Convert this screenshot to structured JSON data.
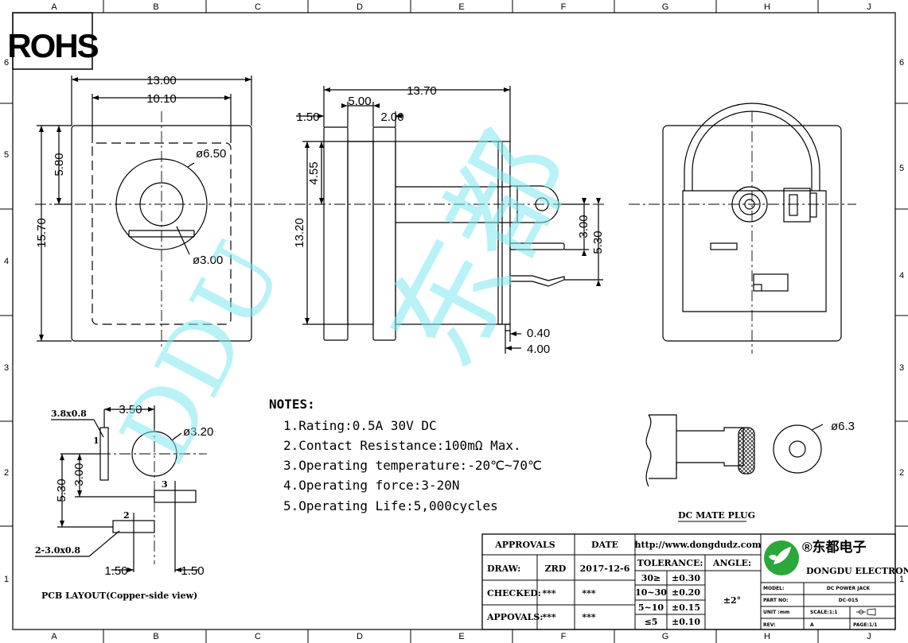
{
  "grid": {
    "columns": [
      "A",
      "B",
      "C",
      "D",
      "E",
      "F",
      "G",
      "H",
      "J"
    ],
    "rows": [
      "6",
      "5",
      "4",
      "3",
      "2",
      "1"
    ]
  },
  "rohs": "ROHS",
  "watermark": {
    "latin": "DDU",
    "cjk": "东都"
  },
  "front_view": {
    "width": "13.00",
    "inner_width": "10.10",
    "height": "15.70",
    "offset": "5.80",
    "outer_dia": "ø6.50",
    "inner_dia": "ø3.00"
  },
  "side_view": {
    "length": "13.70",
    "spacing": "5.00",
    "flange1": "1.50",
    "flange2": "2.00",
    "upper": "4.55",
    "height": "13.20",
    "pin_h": "3.00",
    "pin_h2": "5.30",
    "pin_t": "0.40",
    "pin_off": "4.00"
  },
  "pcb": {
    "slot": "3.8x0.8",
    "dx": "3.50",
    "hole": "ø3.20",
    "pin1": "1",
    "pin2": "2",
    "pin3": "3",
    "dy": "3.00",
    "dy2": "5.30",
    "slot2": "2-3.0x0.8",
    "dx_left": "1.50",
    "dx_right": "1.50",
    "caption": "PCB LAYOUT(Copper-side view)"
  },
  "notes": {
    "title": "NOTES:",
    "items": [
      "1.Rating:0.5A 30V DC",
      "2.Contact Resistance:100mΩ Max.",
      "3.Operating temperature:-20℃~70℃",
      "4.Operating force:3-20N",
      "5.Operating Life:5,000cycles"
    ]
  },
  "plug": {
    "dia": "ø6.3",
    "caption": "DC MATE PLUG"
  },
  "title_block": {
    "approvals": "APPROVALS",
    "date": "DATE",
    "url": "http://www.dongdudz.com",
    "draw_label": "DRAW:",
    "draw_name": "ZRD",
    "draw_date": "2017-12-6",
    "checked_label": "CHECKED:",
    "checked_name": "***",
    "checked_date": "***",
    "approvals_label": "APPOVALS:",
    "approvals_name": "***",
    "approvals_date": "***",
    "tolerance_label": "TOLERANCE:",
    "angle_label": "ANGLE:",
    "tol_rows": [
      {
        "range": "30≥",
        "tol": "±0.30"
      },
      {
        "range": "10~30",
        "tol": "±0.20"
      },
      {
        "range": "5~10",
        "tol": "±0.15"
      },
      {
        "range": "≤5",
        "tol": "±0.10"
      }
    ],
    "angle_value": "±2°",
    "company_cn": "®东都电子",
    "company_en": "DONGDU ELECTRONICS",
    "model_label": "MODEL:",
    "model_value": "DC POWER JACK",
    "part_label": "PART NO:",
    "part_value": "DC-015",
    "unit_label": "UNIT :mm",
    "scale_label": "SCALE:1:1",
    "rev_label": "REV:",
    "rev_value": "A",
    "page_label": "PAGE:1/1"
  }
}
